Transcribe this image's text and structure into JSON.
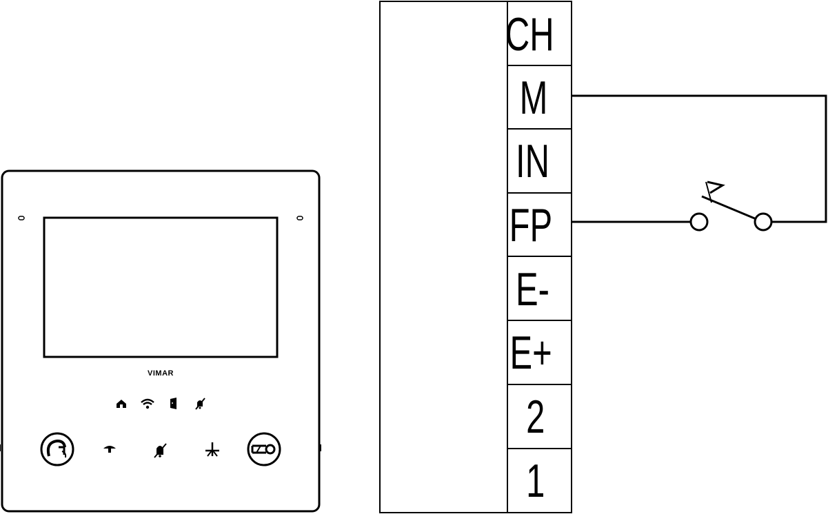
{
  "device": {
    "brand": "VIMAR"
  },
  "terminal_block": {
    "terminals": [
      "CH",
      "M",
      "IN",
      "FP",
      "E-",
      "E+",
      "2",
      "1"
    ]
  },
  "wiring": {
    "component": "push-button",
    "connects": [
      "M",
      "FP"
    ]
  },
  "icons": {
    "status_row": [
      "home-icon",
      "wifi-icon",
      "door-icon",
      "mute-icon"
    ],
    "button_row": [
      "answer-call-icon",
      "auxiliary-icon",
      "bell-mute-icon",
      "staircase-light-icon",
      "door-lock-icon"
    ]
  },
  "colors": {
    "line": "#000000",
    "background": "#ffffff"
  }
}
